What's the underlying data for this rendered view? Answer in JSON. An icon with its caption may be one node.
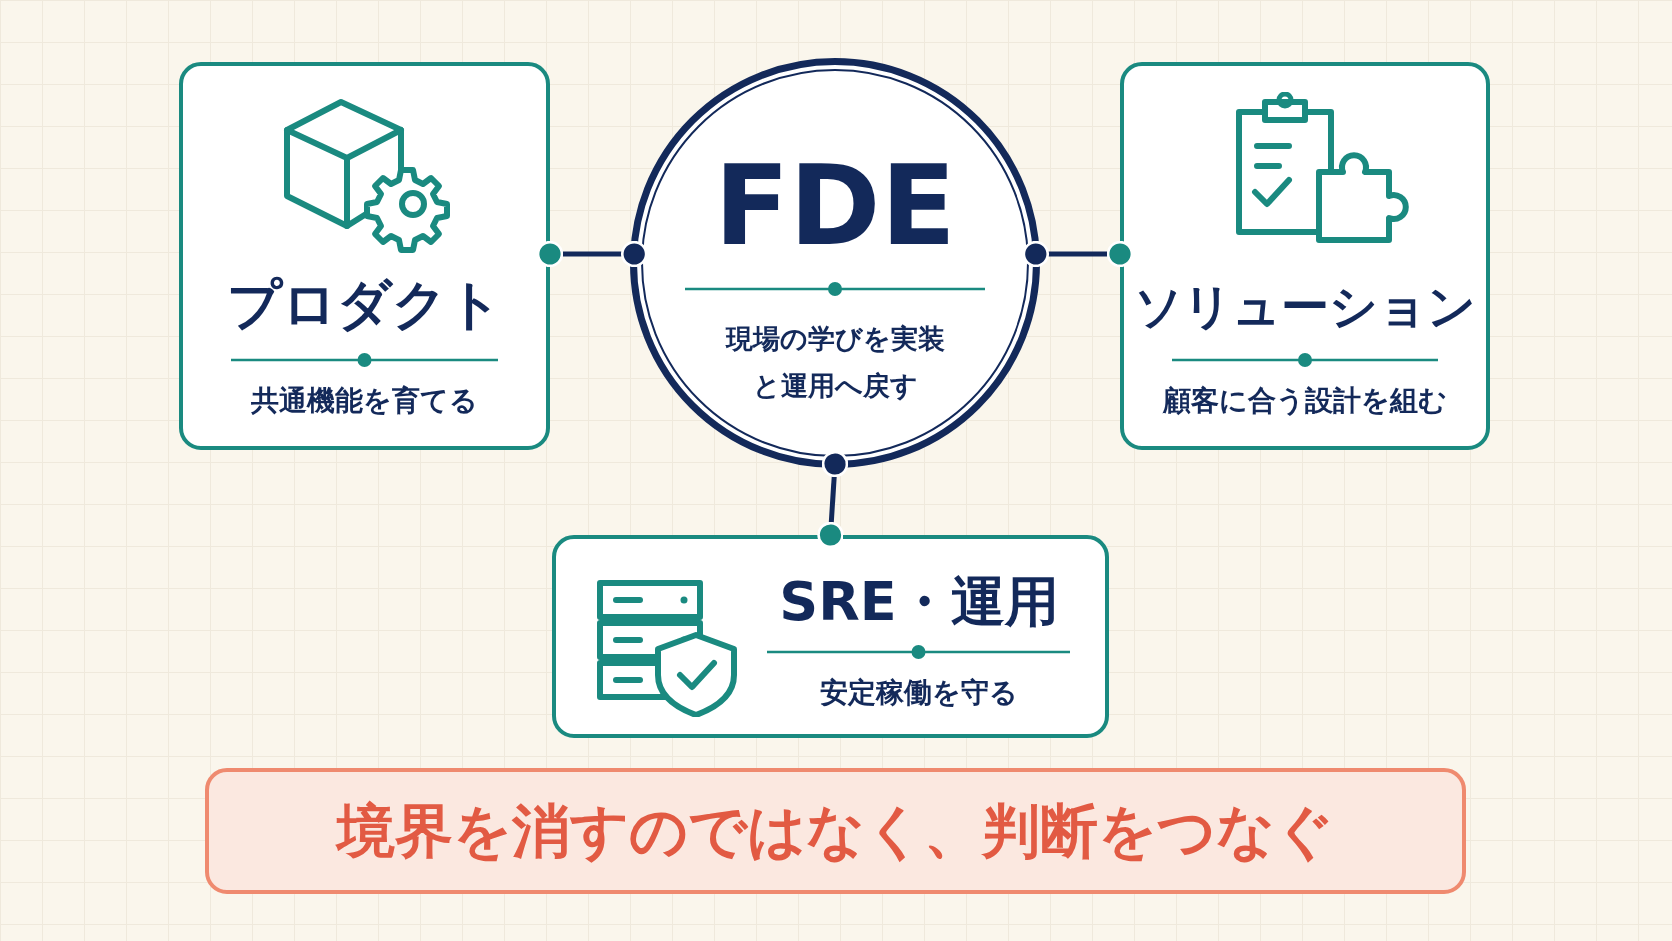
{
  "diagram": {
    "nodes": [
      {
        "text": [
          "プロダクト",
          "共通機能を育てる"
        ]
      },
      {
        "text": [
          "FDE",
          "現場の学びを実装と運用へ戻す"
        ]
      },
      {
        "text": [
          "ソリューション",
          "顧客に合う設計を組む"
        ]
      },
      {
        "text": [
          "SRE・運用",
          "安定稼働を守る"
        ]
      },
      {
        "text": [
          "境界を消すのではなく、判断をつなぐ"
        ]
      }
    ],
    "edges": [
      {
        "from": 1,
        "to": 0,
        "arrow": "other"
      },
      {
        "from": 1,
        "to": 2,
        "arrow": "other"
      },
      {
        "from": 1,
        "to": 3,
        "arrow": "other"
      }
    ]
  }
}
